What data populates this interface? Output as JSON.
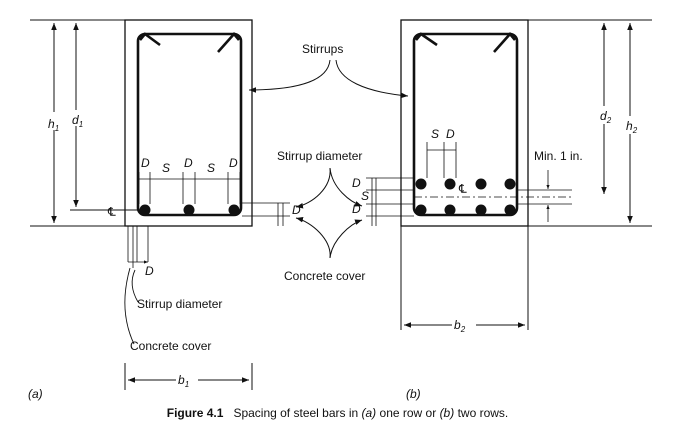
{
  "labels": {
    "stirrups": "Stirrups",
    "stirrup_diameter": "Stirrup diameter",
    "concrete_cover": "Concrete cover",
    "min_spacing": "Min. 1 in.",
    "d_symbol": "D",
    "s_symbol": "S",
    "centerline": "℄",
    "h": "h",
    "d": "d",
    "b": "b",
    "sub_1": "1",
    "sub_2": "2",
    "panel_a": "(a)",
    "panel_b": "(b)"
  },
  "caption": {
    "figure": "Figure 4.1",
    "text_1": "Spacing of steel bars in ",
    "part_a": "(a)",
    "text_2": " one row or ",
    "part_b": "(b)",
    "text_3": " two rows."
  }
}
